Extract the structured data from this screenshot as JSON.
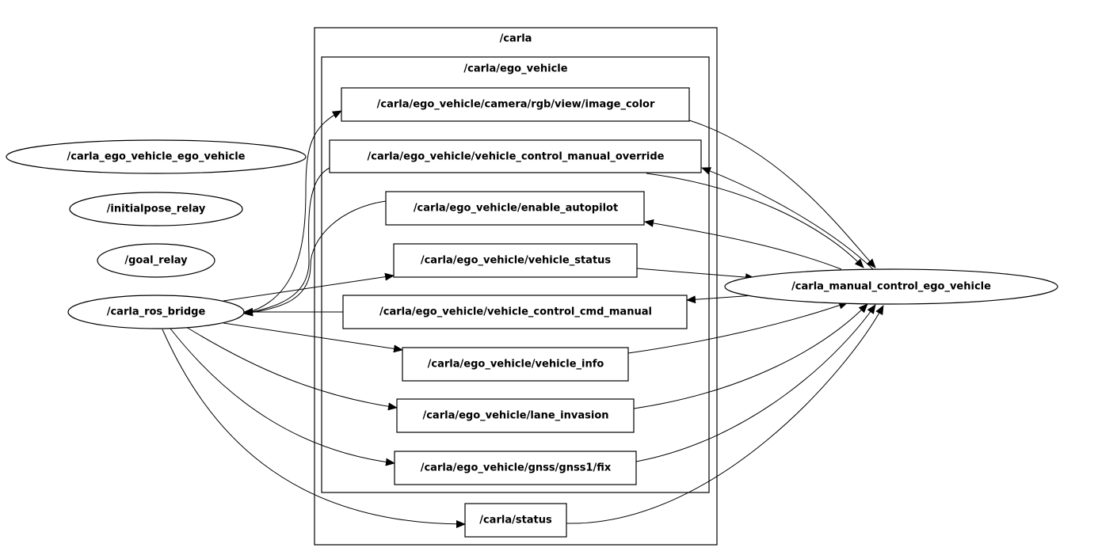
{
  "clusters": {
    "carla": "/carla",
    "ego_vehicle": "/carla/ego_vehicle"
  },
  "nodes": {
    "ego_vehicle_node": "/carla_ego_vehicle_ego_vehicle",
    "initialpose_relay": "/initialpose_relay",
    "goal_relay": "/goal_relay",
    "ros_bridge": "/carla_ros_bridge",
    "manual_control": "/carla_manual_control_ego_vehicle"
  },
  "topics": {
    "image_color": "/carla/ego_vehicle/camera/rgb/view/image_color",
    "manual_override": "/carla/ego_vehicle/vehicle_control_manual_override",
    "enable_autopilot": "/carla/ego_vehicle/enable_autopilot",
    "vehicle_status": "/carla/ego_vehicle/vehicle_status",
    "cmd_manual": "/carla/ego_vehicle/vehicle_control_cmd_manual",
    "vehicle_info": "/carla/ego_vehicle/vehicle_info",
    "lane_invasion": "/carla/ego_vehicle/lane_invasion",
    "gnss_fix": "/carla/ego_vehicle/gnss/gnss1/fix",
    "carla_status": "/carla/status"
  }
}
